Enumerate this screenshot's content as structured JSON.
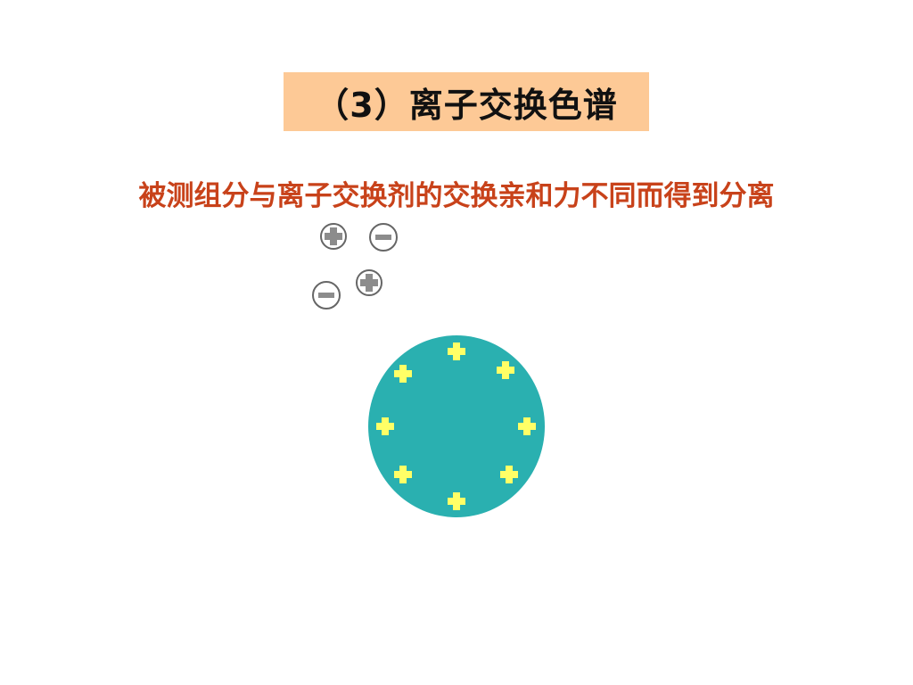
{
  "slide": {
    "title": "（3）离子交换色谱",
    "subtitle": "被测组分与离子交换剂的交换亲和力不同而得到分离"
  },
  "colors": {
    "title_bg": "#fdc996",
    "subtitle": "#c8421a",
    "resin_bead": "#2ab0b0",
    "fixed_charge": "#ffff66",
    "free_ion": "#888888"
  },
  "icons": {
    "cation": "plus-circle-icon",
    "anion": "minus-circle-icon",
    "resin_bead": "ion-exchange-bead",
    "fixed_charge": "plus-sign-icon"
  }
}
